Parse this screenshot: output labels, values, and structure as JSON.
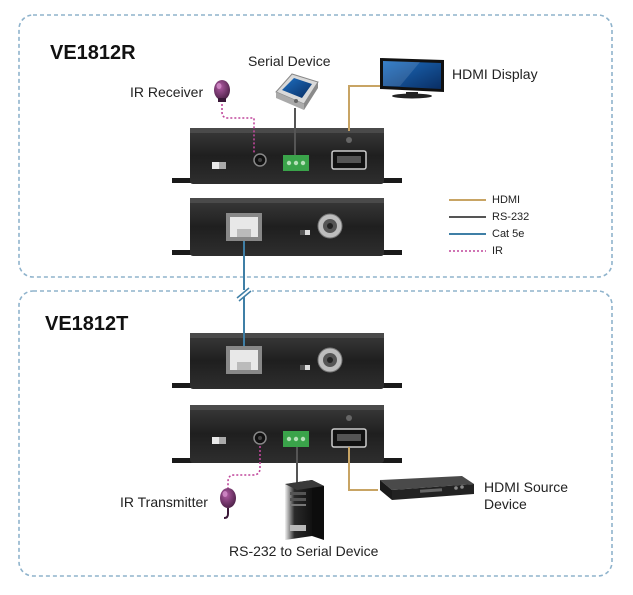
{
  "receiver_unit": {
    "model": "VE1812R",
    "ir_label": "IR Receiver",
    "serial_label": "Serial Device",
    "display_label": "HDMI Display"
  },
  "transmitter_unit": {
    "model": "VE1812T",
    "ir_label": "IR Transmitter",
    "serial_label": "RS-232 to Serial Device",
    "source_label_line1": "HDMI Source",
    "source_label_line2": "Device"
  },
  "legend": {
    "items": [
      {
        "label": "HDMI",
        "color": "#c8a464",
        "style": "solid"
      },
      {
        "label": "RS-232",
        "color": "#555555",
        "style": "solid"
      },
      {
        "label": "Cat 5e",
        "color": "#3f7fa6",
        "style": "solid"
      },
      {
        "label": "IR",
        "color": "#c0479c",
        "style": "dotted"
      }
    ]
  },
  "colors": {
    "zone_border": "#8fb3cc",
    "device_body": "#262626",
    "terminal_green": "#3aa34a",
    "ir_pink": "#c0479c"
  }
}
